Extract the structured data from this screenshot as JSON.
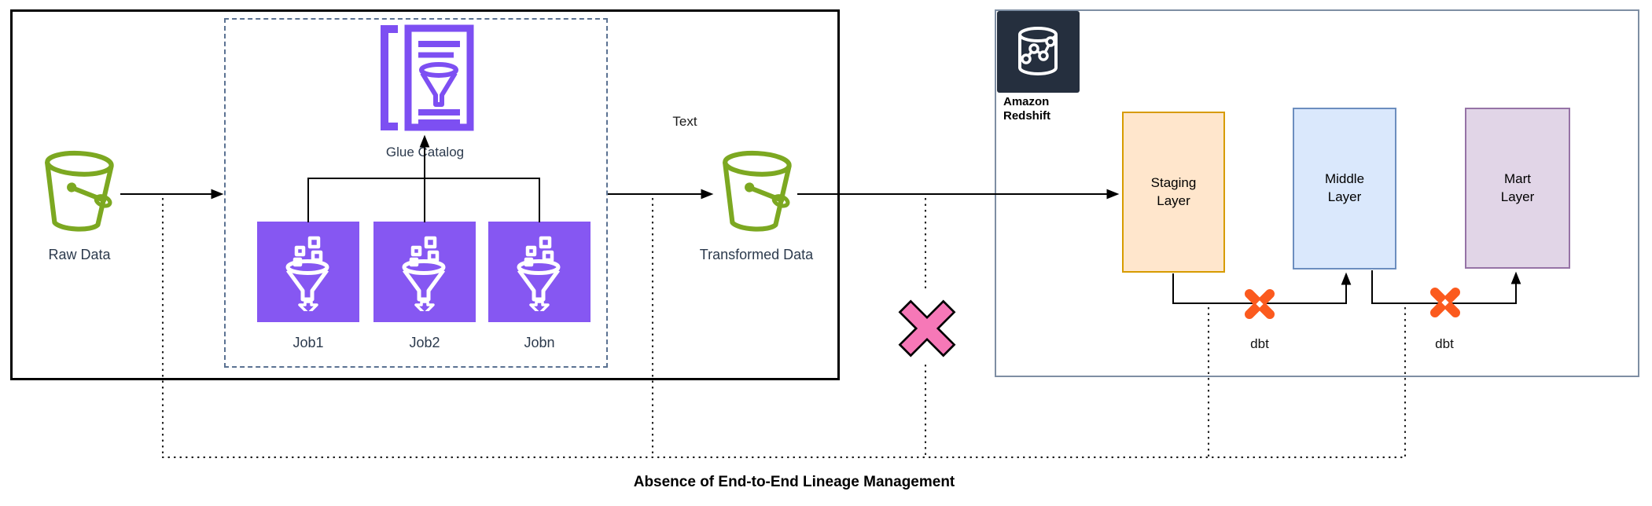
{
  "diagram": {
    "title": "Absence of End-to-End Lineage Management",
    "annotation": "Text",
    "buckets": {
      "raw": "Raw Data",
      "transformed": "Transformed Data"
    },
    "glue": {
      "catalog": "Glue Catalog",
      "jobs": [
        "Job1",
        "Job2",
        "Jobn"
      ]
    },
    "redshift": {
      "label": "Amazon Redshift",
      "layers": [
        "Staging Layer",
        "Middle Layer",
        "Mart Layer"
      ],
      "dbt": "dbt"
    },
    "colors": {
      "bucket_green": "#7ca821",
      "glue_purple": "#7d4ff2",
      "job_fill": "#8657f2",
      "redshift_navy": "#252f3e",
      "dbt_orange": "#fb5a1e",
      "cross_pink": "#f678b7",
      "staging_fill": "#ffe6cc",
      "staging_border": "#d79b00",
      "middle_fill": "#dae8fc",
      "middle_border": "#6c8ebf",
      "mart_fill": "#e1d5e7",
      "mart_border": "#9673a6",
      "dashed_border": "#5b7292"
    }
  }
}
